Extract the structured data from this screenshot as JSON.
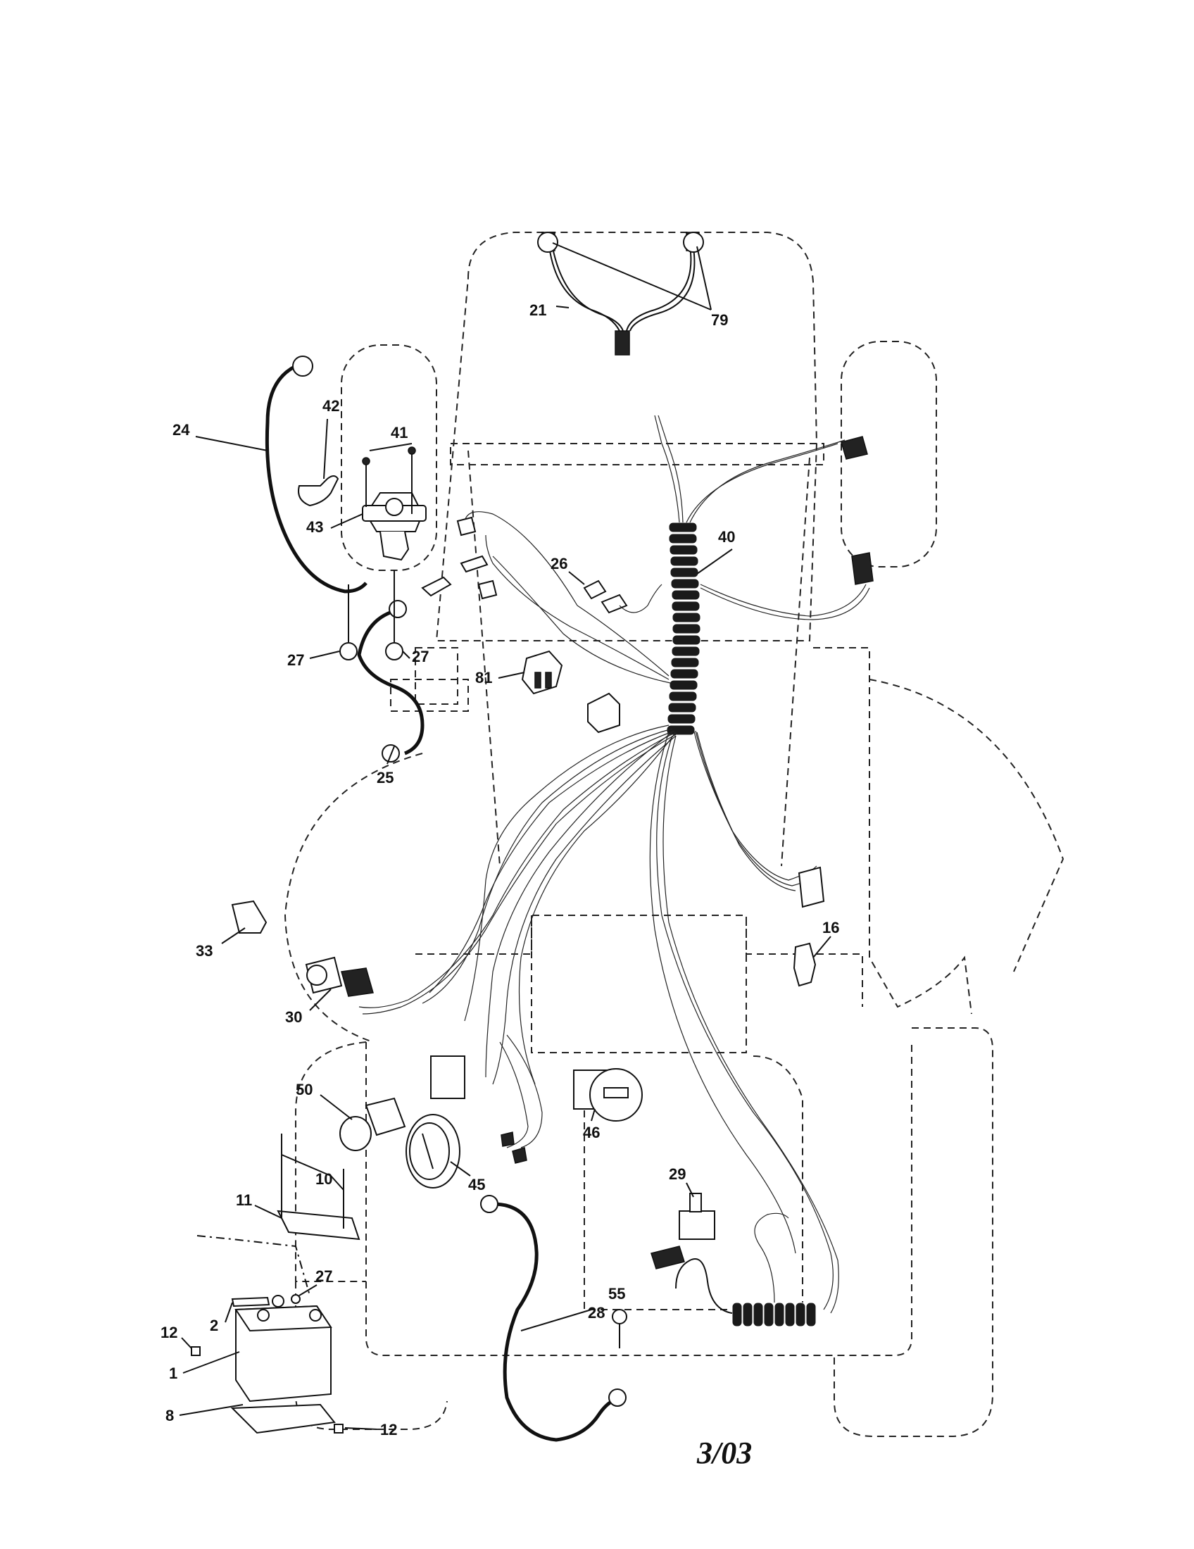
{
  "callouts": {
    "c1": "1",
    "c2": "2",
    "c8": "8",
    "c10": "10",
    "c11": "11",
    "c12a": "12",
    "c12b": "12",
    "c16": "16",
    "c21": "21",
    "c24": "24",
    "c25": "25",
    "c26": "26",
    "c27a": "27",
    "c27b": "27",
    "c27c": "27",
    "c28": "28",
    "c29": "29",
    "c30": "30",
    "c33": "33",
    "c40": "40",
    "c41": "41",
    "c42": "42",
    "c43": "43",
    "c45": "45",
    "c46": "46",
    "c50": "50",
    "c55": "55",
    "c79": "79",
    "c81": "81"
  },
  "date_code": "3/03"
}
